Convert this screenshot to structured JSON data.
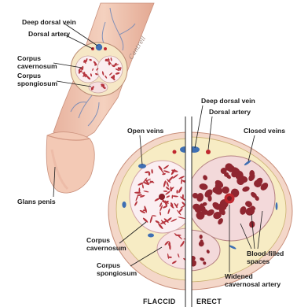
{
  "labels": {
    "deep_dorsal_vein_top": "Deep dorsal vein",
    "dorsal_artery_top": "Dorsal artery",
    "corpus_cavernosum_top_1": "Corpus",
    "corpus_cavernosum_top_2": "cavernosum",
    "corpus_spongiosum_top_1": "Corpus",
    "corpus_spongiosum_top_2": "spongiosum",
    "glans_penis": "Glans penis",
    "deep_dorsal_vein_right": "Deep dorsal vein",
    "dorsal_artery_right": "Dorsal artery",
    "open_veins": "Open veins",
    "closed_veins": "Closed veins",
    "corpus_cavernosum_bottom_1": "Corpus",
    "corpus_cavernosum_bottom_2": "cavernosum",
    "corpus_spongiosum_bottom_1": "Corpus",
    "corpus_spongiosum_bottom_2": "spongiosum",
    "blood_filled_1": "Blood-filled",
    "blood_filled_2": "spaces",
    "widened_artery_1": "Widened",
    "widened_artery_2": "cavernosal artery",
    "flaccid": "FLACCID",
    "erect": "ERECT"
  },
  "signature": "Cantrell",
  "colors": {
    "skin": "#f2cbb8",
    "skin_shadow": "#d99c86",
    "tunica": "#f3ecc8",
    "tissue": "#fbeff2",
    "blood": "#b5343d",
    "blood_dark": "#7d1c25",
    "vein": "#3f6fb3",
    "artery": "#c0282f"
  }
}
